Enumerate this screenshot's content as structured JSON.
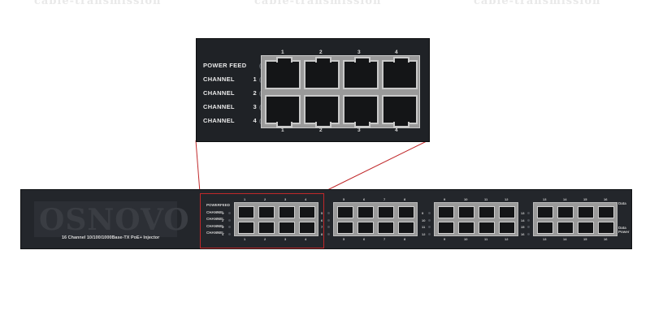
{
  "watermark": "cable-transmission",
  "zoom": {
    "labels": [
      {
        "text": "POWER FEED",
        "num": ""
      },
      {
        "text": "CHANNEL",
        "num": "1"
      },
      {
        "text": "CHANNEL",
        "num": "2"
      },
      {
        "text": "CHANNEL",
        "num": "3"
      },
      {
        "text": "CHANNEL",
        "num": "4"
      }
    ],
    "port_numbers": [
      "1",
      "2",
      "3",
      "4"
    ]
  },
  "device": {
    "brand": "OSNOVO",
    "model": "16 Channel 10/100/1000Base-TX PoE+ Injector",
    "power_feed_label": "POWERFEED",
    "channel_label": "CHANNEL",
    "groups": [
      {
        "top": [
          "1",
          "2",
          "3",
          "4"
        ],
        "bottom": [
          "1",
          "2",
          "3",
          "4"
        ],
        "chan": [
          "1",
          "2",
          "3",
          "4"
        ]
      },
      {
        "top": [
          "5",
          "6",
          "7",
          "8"
        ],
        "bottom": [
          "5",
          "6",
          "7",
          "8"
        ],
        "chan": [
          "5",
          "6",
          "7",
          "8"
        ]
      },
      {
        "top": [
          "9",
          "10",
          "11",
          "12"
        ],
        "bottom": [
          "9",
          "10",
          "11",
          "12"
        ],
        "chan": [
          "9",
          "10",
          "11",
          "12"
        ]
      },
      {
        "top": [
          "13",
          "14",
          "15",
          "16"
        ],
        "bottom": [
          "13",
          "14",
          "15",
          "16"
        ],
        "chan": [
          "13",
          "14",
          "15",
          "16"
        ]
      }
    ],
    "side_labels": [
      "Data",
      "Data Power"
    ]
  },
  "colors": {
    "accent": "#c0282a",
    "chassis": "#23262b",
    "port_frame": "#9a9a9a"
  }
}
